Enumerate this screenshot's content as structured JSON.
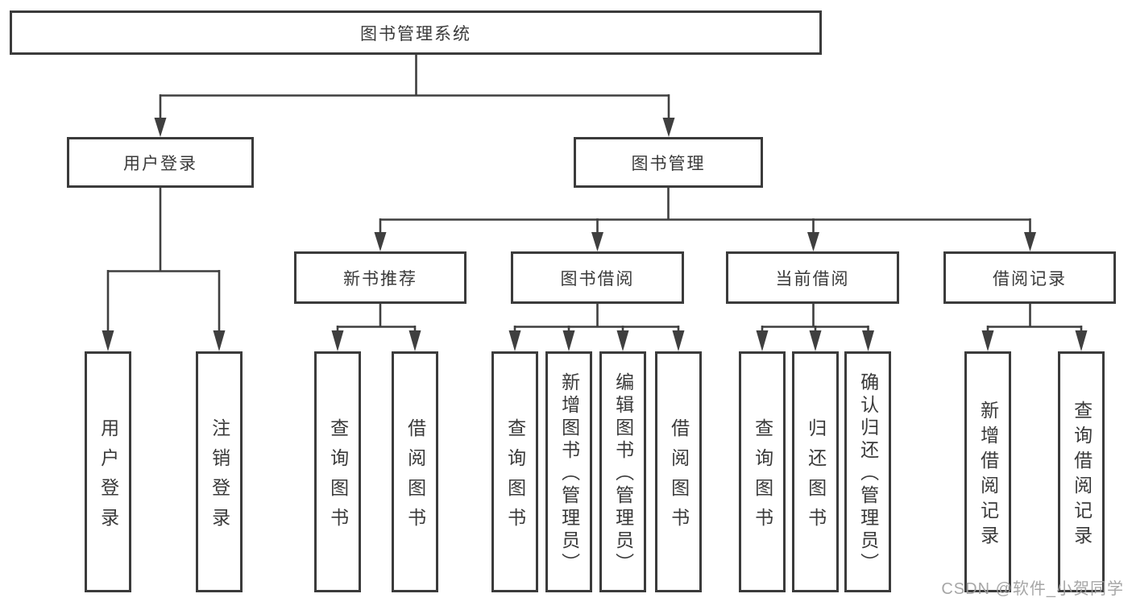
{
  "diagram": {
    "title": "图书管理系统",
    "level2": [
      {
        "id": "user-login",
        "label": "用户登录"
      },
      {
        "id": "book-management",
        "label": "图书管理"
      }
    ],
    "level3": [
      {
        "id": "new-book-recommend",
        "label": "新书推荐",
        "parent": "图书管理"
      },
      {
        "id": "book-borrowing",
        "label": "图书借阅",
        "parent": "图书管理"
      },
      {
        "id": "current-borrowing",
        "label": "当前借阅",
        "parent": "图书管理"
      },
      {
        "id": "borrowing-records",
        "label": "借阅记录",
        "parent": "图书管理"
      }
    ],
    "level4": [
      {
        "label": "用户登录",
        "parent": "用户登录"
      },
      {
        "label": "注销登录",
        "parent": "用户登录"
      },
      {
        "label": "查询图书",
        "parent": "新书推荐"
      },
      {
        "label": "借阅图书",
        "parent": "新书推荐"
      },
      {
        "label": "查询图书",
        "parent": "图书借阅"
      },
      {
        "label": "新增图书（管理员）",
        "parent": "图书借阅"
      },
      {
        "label": "编辑图书（管理员）",
        "parent": "图书借阅"
      },
      {
        "label": "借阅图书",
        "parent": "图书借阅"
      },
      {
        "label": "查询图书",
        "parent": "当前借阅"
      },
      {
        "label": "归还图书",
        "parent": "当前借阅"
      },
      {
        "label": "确认归还（管理员）",
        "parent": "当前借阅"
      },
      {
        "label": "新增借阅记录",
        "parent": "借阅记录"
      },
      {
        "label": "查询借阅记录",
        "parent": "借阅记录"
      }
    ],
    "watermark": "CSDN @软件_小贺同学"
  },
  "colors": {
    "line": "#3f3f3f",
    "border": "#3b3b3b",
    "text": "#3a3a3a",
    "watermark": "#9e9e9e",
    "background": "#ffffff"
  }
}
